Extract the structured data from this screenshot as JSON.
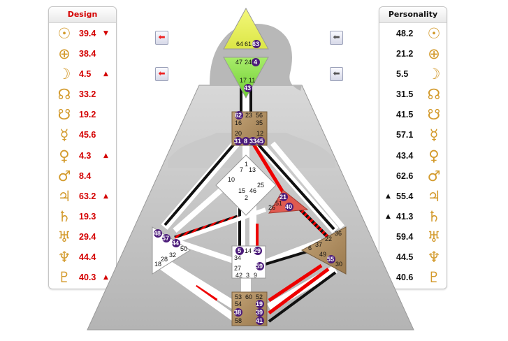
{
  "design": {
    "title": "Design",
    "rows": [
      {
        "icon": "sun-icon",
        "glyph": "☉",
        "value": "39.4",
        "arrow": "▼"
      },
      {
        "icon": "earth-icon",
        "glyph": "⊕",
        "value": "38.4",
        "arrow": ""
      },
      {
        "icon": "moon-icon",
        "glyph": "☽",
        "value": "4.5",
        "arrow": "▲"
      },
      {
        "icon": "north-node-icon",
        "glyph": "☊",
        "value": "33.2",
        "arrow": ""
      },
      {
        "icon": "south-node-icon",
        "glyph": "☋",
        "value": "19.2",
        "arrow": ""
      },
      {
        "icon": "mercury-icon",
        "glyph": "☿",
        "value": "45.6",
        "arrow": ""
      },
      {
        "icon": "venus-icon",
        "glyph": "♀",
        "value": "4.3",
        "arrow": "▲"
      },
      {
        "icon": "mars-icon",
        "glyph": "♂",
        "value": "8.4",
        "arrow": ""
      },
      {
        "icon": "jupiter-icon",
        "glyph": "♃",
        "value": "63.2",
        "arrow": "▲"
      },
      {
        "icon": "saturn-icon",
        "glyph": "♄",
        "value": "19.3",
        "arrow": ""
      },
      {
        "icon": "uranus-icon",
        "glyph": "♅",
        "value": "29.4",
        "arrow": ""
      },
      {
        "icon": "neptune-icon",
        "glyph": "♆",
        "value": "44.4",
        "arrow": ""
      },
      {
        "icon": "pluto-icon",
        "glyph": "♇",
        "value": "40.3",
        "arrow": "▲"
      }
    ]
  },
  "personality": {
    "title": "Personality",
    "rows": [
      {
        "icon": "sun-icon",
        "glyph": "☉",
        "value": "48.2",
        "arrow": ""
      },
      {
        "icon": "earth-icon",
        "glyph": "⊕",
        "value": "21.2",
        "arrow": ""
      },
      {
        "icon": "moon-icon",
        "glyph": "☽",
        "value": "5.5",
        "arrow": ""
      },
      {
        "icon": "north-node-icon",
        "glyph": "☊",
        "value": "31.5",
        "arrow": ""
      },
      {
        "icon": "south-node-icon",
        "glyph": "☋",
        "value": "41.5",
        "arrow": ""
      },
      {
        "icon": "mercury-icon",
        "glyph": "☿",
        "value": "57.1",
        "arrow": ""
      },
      {
        "icon": "venus-icon",
        "glyph": "♀",
        "value": "43.4",
        "arrow": ""
      },
      {
        "icon": "mars-icon",
        "glyph": "♂",
        "value": "62.6",
        "arrow": ""
      },
      {
        "icon": "jupiter-icon",
        "glyph": "♃",
        "value": "55.4",
        "arrow": "▲"
      },
      {
        "icon": "saturn-icon",
        "glyph": "♄",
        "value": "41.3",
        "arrow": "▲"
      },
      {
        "icon": "uranus-icon",
        "glyph": "♅",
        "value": "59.4",
        "arrow": ""
      },
      {
        "icon": "neptune-icon",
        "glyph": "♆",
        "value": "44.5",
        "arrow": ""
      },
      {
        "icon": "pluto-icon",
        "glyph": "♇",
        "value": "40.6",
        "arrow": ""
      }
    ]
  },
  "nav_buttons": {
    "design_prev_glyph": "⬅",
    "design_prev2_glyph": "⬅",
    "personality_prev_glyph": "⬅",
    "personality_prev2_glyph": "⬅"
  },
  "colors": {
    "design": "#d40000",
    "personality": "#111111",
    "symbol": "#d39a2c",
    "head_center": "#e9f25a",
    "ajna_center": "#8ee04a",
    "throat_center": "#b08c5c",
    "spleen_center": "#a58055",
    "ego_center": "#e05a50",
    "defined_gate": "#4b1b7a"
  },
  "centers": {
    "head": {
      "gates": [
        "64",
        "61",
        "63"
      ]
    },
    "ajna": {
      "gates": [
        "47",
        "24",
        "4",
        "17",
        "11",
        "43"
      ]
    },
    "throat": {
      "gates": [
        "62",
        "23",
        "56",
        "16",
        "35",
        "20",
        "12",
        "31",
        "8",
        "33",
        "45"
      ]
    },
    "g": {
      "gates": [
        "1",
        "7",
        "13",
        "10",
        "25",
        "15",
        "46",
        "2"
      ]
    },
    "ego": {
      "gates": [
        "21",
        "51",
        "26",
        "40"
      ]
    },
    "spleen": {
      "gates": [
        "48",
        "57",
        "44",
        "50",
        "32",
        "28",
        "18"
      ]
    },
    "solar_plexus": {
      "gates": [
        "36",
        "22",
        "37",
        "6",
        "49",
        "55",
        "30"
      ]
    },
    "sacral": {
      "gates": [
        "5",
        "14",
        "29",
        "34",
        "59",
        "27",
        "42",
        "3",
        "9"
      ]
    },
    "root": {
      "gates": [
        "53",
        "60",
        "52",
        "54",
        "19",
        "38",
        "39",
        "58",
        "41"
      ]
    }
  }
}
